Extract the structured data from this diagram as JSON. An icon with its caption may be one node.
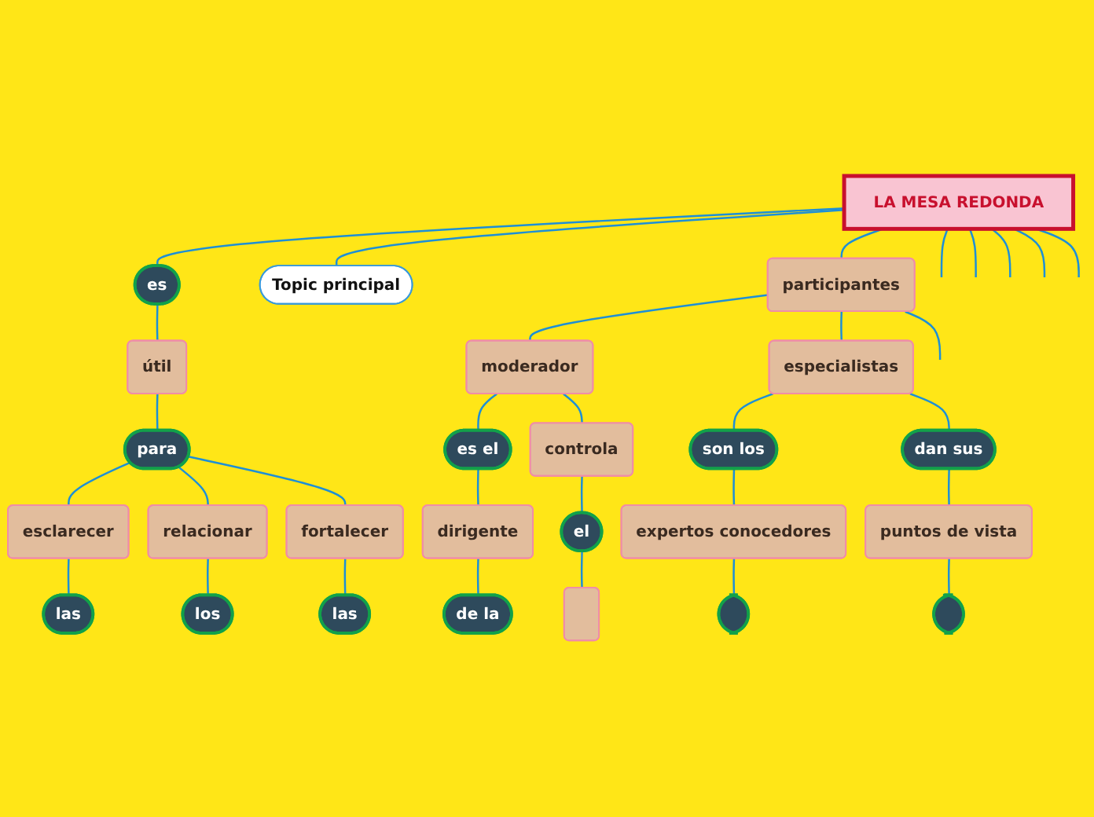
{
  "diagram": {
    "nodes": [
      {
        "text": [
          "LA MESA REDONDA"
        ]
      },
      {
        "text": [
          "es"
        ]
      },
      {
        "text": [
          "Topic principal"
        ]
      },
      {
        "text": [
          "participantes"
        ]
      },
      {
        "text": [
          "útil"
        ]
      },
      {
        "text": [
          "para"
        ]
      },
      {
        "text": [
          "esclarecer"
        ]
      },
      {
        "text": [
          "relacionar"
        ]
      },
      {
        "text": [
          "fortalecer"
        ]
      },
      {
        "text": [
          "las"
        ]
      },
      {
        "text": [
          "los"
        ]
      },
      {
        "text": [
          "las"
        ]
      },
      {
        "text": [
          "moderador"
        ]
      },
      {
        "text": [
          "especialistas"
        ]
      },
      {
        "text": [
          "es el"
        ]
      },
      {
        "text": [
          "controla"
        ]
      },
      {
        "text": [
          "son los"
        ]
      },
      {
        "text": [
          "dan sus"
        ]
      },
      {
        "text": [
          "dirigente"
        ]
      },
      {
        "text": [
          "el"
        ]
      },
      {
        "text": [
          "expertos conocedores"
        ]
      },
      {
        "text": [
          "puntos de vista"
        ]
      },
      {
        "text": [
          "de la"
        ]
      },
      {
        "text": [],
        "shape": "box"
      },
      {
        "text": [],
        "shape": "box"
      },
      {
        "text": [],
        "shape": "box"
      }
    ],
    "edges": [
      {
        "from": 0,
        "to": 1,
        "arrow": "none"
      },
      {
        "from": 0,
        "to": 2,
        "arrow": "none"
      },
      {
        "from": 0,
        "to": 3,
        "arrow": "none"
      },
      {
        "from": 0,
        "to": null,
        "arrow": "none"
      },
      {
        "from": 0,
        "to": null,
        "arrow": "none"
      },
      {
        "from": 0,
        "to": null,
        "arrow": "none"
      },
      {
        "from": 0,
        "to": null,
        "arrow": "none"
      },
      {
        "from": 0,
        "to": null,
        "arrow": "none"
      },
      {
        "from": 1,
        "to": 4,
        "arrow": "none"
      },
      {
        "from": 4,
        "to": 5,
        "arrow": "none"
      },
      {
        "from": 5,
        "to": 6,
        "arrow": "none"
      },
      {
        "from": 5,
        "to": 7,
        "arrow": "none"
      },
      {
        "from": 5,
        "to": 8,
        "arrow": "none"
      },
      {
        "from": 6,
        "to": 9,
        "arrow": "none"
      },
      {
        "from": 7,
        "to": 10,
        "arrow": "none"
      },
      {
        "from": 8,
        "to": 11,
        "arrow": "none"
      },
      {
        "from": 3,
        "to": 12,
        "arrow": "none"
      },
      {
        "from": 3,
        "to": 13,
        "arrow": "none"
      },
      {
        "from": 3,
        "to": null,
        "arrow": "none"
      },
      {
        "from": 12,
        "to": 14,
        "arrow": "none"
      },
      {
        "from": 12,
        "to": 15,
        "arrow": "none"
      },
      {
        "from": 13,
        "to": 16,
        "arrow": "none"
      },
      {
        "from": 13,
        "to": 17,
        "arrow": "none"
      },
      {
        "from": 14,
        "to": 18,
        "arrow": "none"
      },
      {
        "from": 15,
        "to": 19,
        "arrow": "none"
      },
      {
        "from": 16,
        "to": 20,
        "arrow": "none"
      },
      {
        "from": 17,
        "to": 21,
        "arrow": "none"
      },
      {
        "from": 18,
        "to": 22,
        "arrow": "none"
      },
      {
        "from": 19,
        "to": 23,
        "arrow": "none"
      },
      {
        "from": 20,
        "to": 24,
        "arrow": "none"
      },
      {
        "from": 21,
        "to": 25,
        "arrow": "none"
      }
    ]
  }
}
